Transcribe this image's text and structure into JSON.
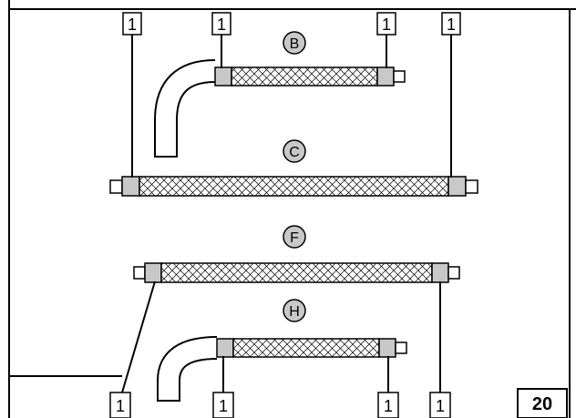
{
  "figure_number": "20",
  "callout_label": "1",
  "hose_letters": {
    "b": "B",
    "c": "C",
    "f": "F",
    "h": "H"
  },
  "colors": {
    "line": "#000000",
    "fitting": "#c8c8c8",
    "badge": "#c8c8c8",
    "background": "#ffffff"
  }
}
